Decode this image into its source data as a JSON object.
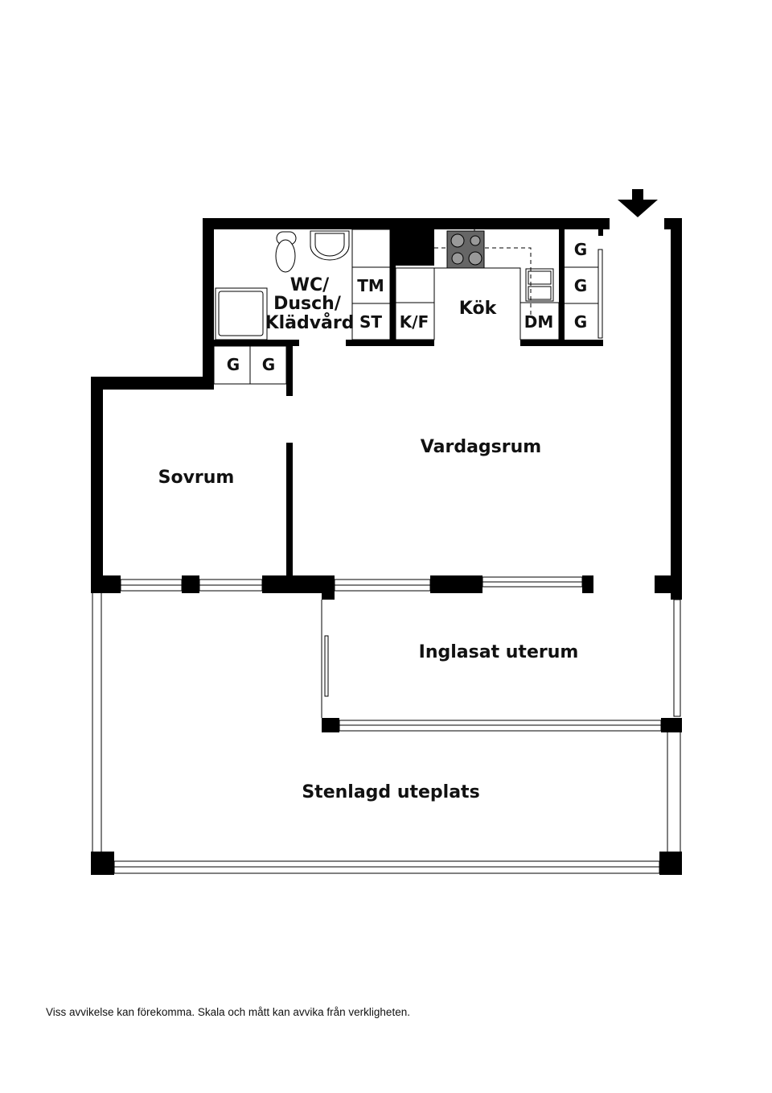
{
  "rooms": {
    "bath_line1": "WC/",
    "bath_line2": "Dusch/",
    "bath_line3": "Klädvård",
    "kitchen": "Kök",
    "living": "Vardagsrum",
    "bedroom": "Sovrum",
    "sunroom": "Inglasat uterum",
    "patio": "Stenlagd uteplats"
  },
  "fixtures": {
    "washer": "TM",
    "dryer": "ST",
    "fridge_freezer": "K/F",
    "dishwasher": "DM",
    "closet": "G"
  },
  "icons": {
    "entrance": "arrow-down-icon"
  },
  "footer": "Viss avvikelse kan förekomma. Skala och mått kan avvika från verkligheten."
}
